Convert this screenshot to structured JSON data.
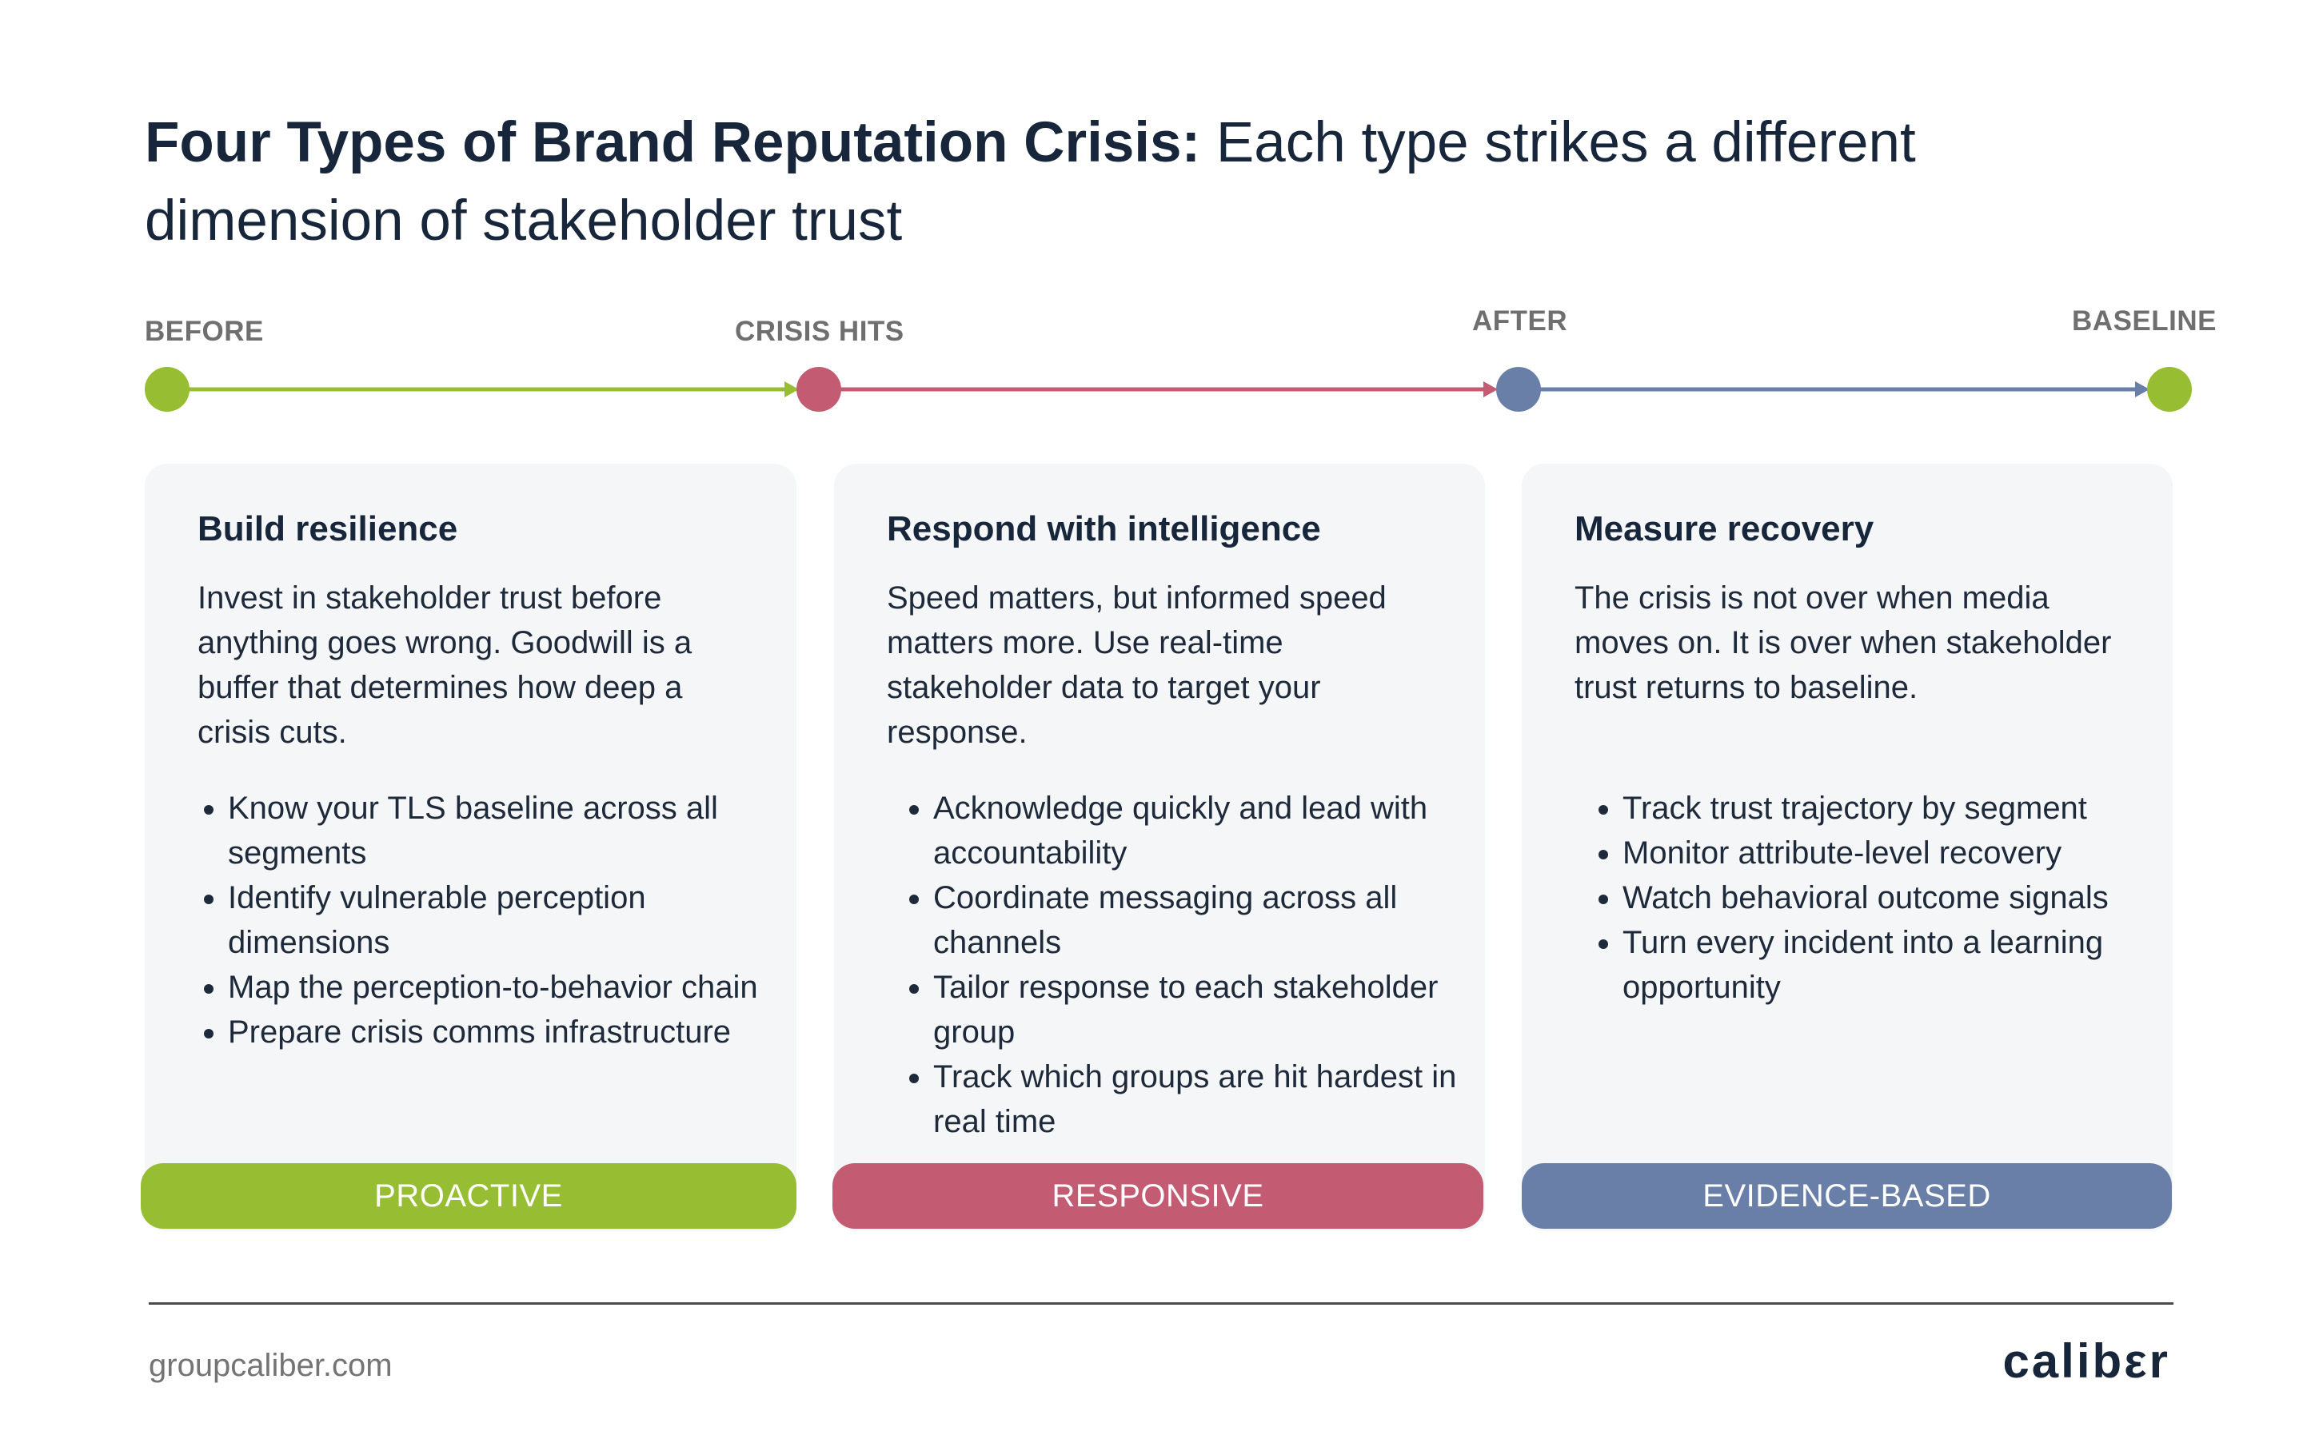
{
  "title": {
    "bold": "Four Types of Brand Reputation Crisis:",
    "regular": " Each type strikes a different dimension of stakeholder trust"
  },
  "timeline": {
    "stages": [
      {
        "label": "BEFORE",
        "color": "#97bd33"
      },
      {
        "label": "CRISIS HITS",
        "color": "#c35c73"
      },
      {
        "label": "AFTER",
        "color": "#6a7fa8"
      },
      {
        "label": "BASELINE",
        "color": "#97bd33"
      }
    ]
  },
  "cards": [
    {
      "heading": "Build resilience",
      "description": "Invest in stakeholder trust before anything goes wrong. Goodwill is a buffer that determines how deep a crisis cuts.",
      "bullets": [
        "Know your TLS baseline across all segments",
        "Identify vulnerable perception dimensions",
        "Map the perception-to-behavior chain",
        "Prepare crisis comms infrastructure"
      ],
      "badge": "PROACTIVE",
      "color": "#97bd33"
    },
    {
      "heading": "Respond with intelligence",
      "description": "Speed matters, but informed speed matters more. Use real-time stakeholder data to target your response.",
      "bullets": [
        "Acknowledge quickly and lead with accountability",
        "Coordinate messaging across all channels",
        "Tailor response to each stakeholder group",
        "Track which groups are hit hardest in real time"
      ],
      "badge": "RESPONSIVE",
      "color": "#c35c73"
    },
    {
      "heading": "Measure recovery",
      "description": "The crisis is not over when media moves on. It is over when stakeholder trust returns to baseline.",
      "bullets": [
        "Track trust trajectory by segment",
        "Monitor attribute-level recovery",
        "Watch behavioral outcome signals",
        "Turn every incident into a learning opportunity"
      ],
      "badge": "EVIDENCE-BASED",
      "color": "#6a7fa8"
    }
  ],
  "footer": {
    "url": "groupcaliber.com",
    "logo": "calibεr"
  }
}
